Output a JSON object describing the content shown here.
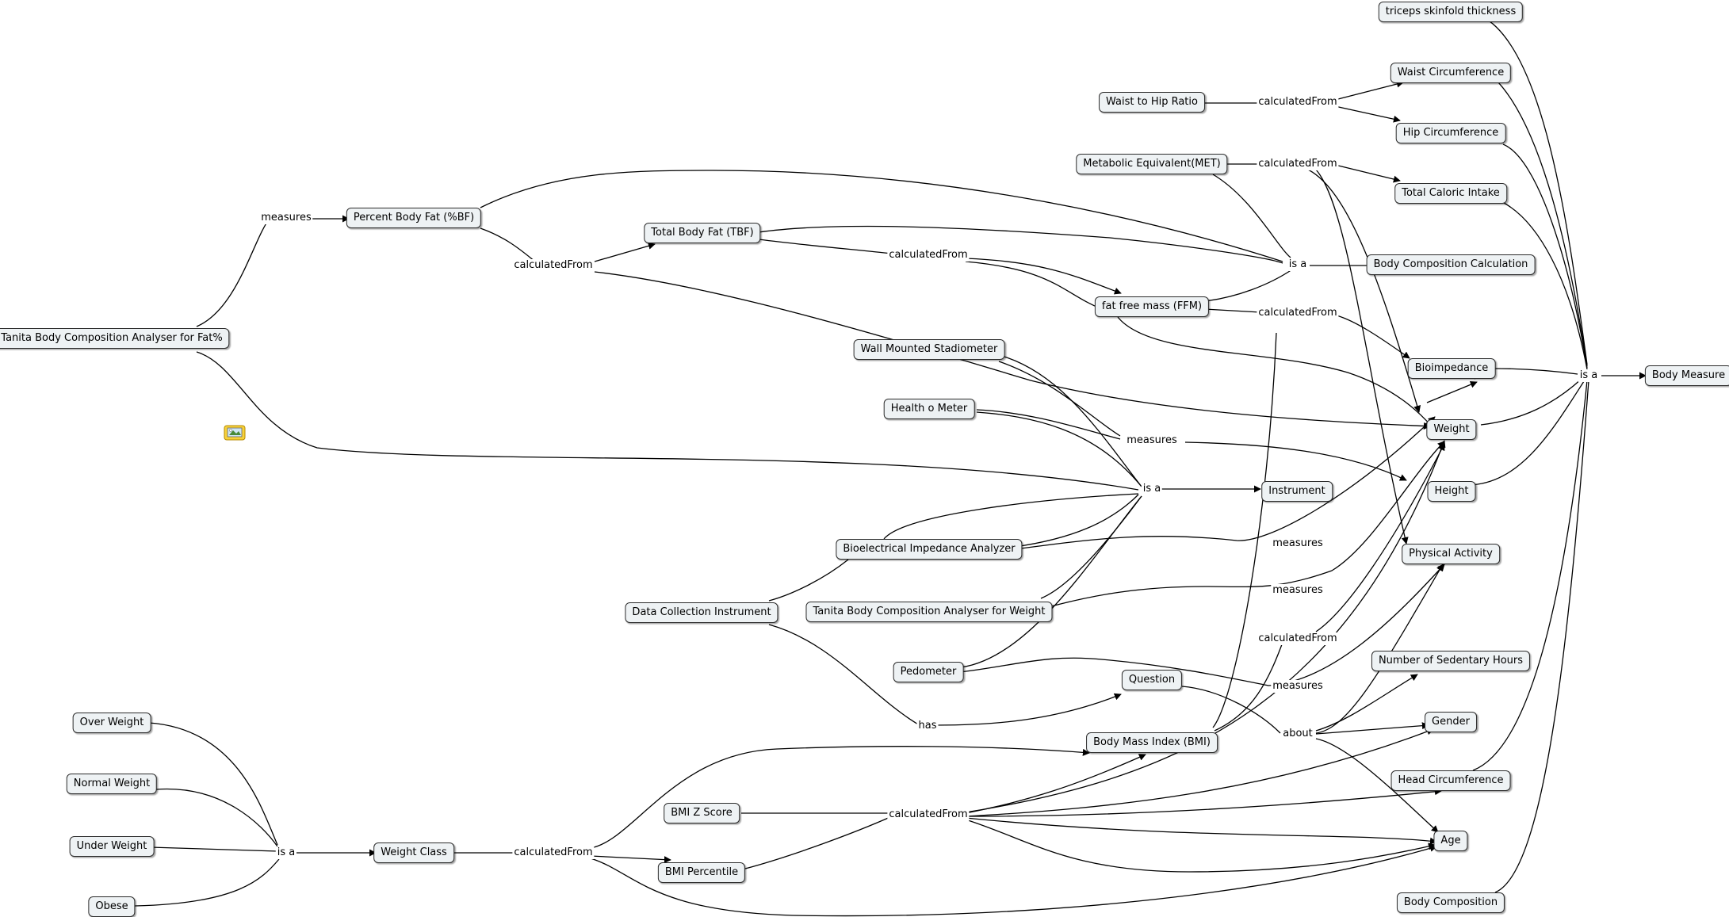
{
  "concepts": {
    "tanita_fat": "Tanita Body Composition Analyser for Fat%",
    "percent_body_fat": "Percent Body Fat (%BF)",
    "total_body_fat": "Total Body Fat (TBF)",
    "ffm": "fat free mass (FFM)",
    "met": "Metabolic Equivalent(MET)",
    "waist_hip": "Waist to Hip Ratio",
    "triceps": "triceps skinfold thickness",
    "waist_circ": "Waist Circumference",
    "hip_circ": "Hip Circumference",
    "caloric": "Total Caloric Intake",
    "body_comp_calc": "Body Composition Calculation",
    "bioimpedance": "Bioimpedance",
    "body_measure": "Body Measure",
    "weight": "Weight",
    "height": "Height",
    "instrument": "Instrument",
    "physical_activity": "Physical Activity",
    "sedentary": "Number of Sedentary Hours",
    "gender": "Gender",
    "head_circ": "Head Circumference",
    "age": "Age",
    "body_composition": "Body Composition",
    "wall_stadiometer": "Wall Mounted Stadiometer",
    "health_o_meter": "Health o Meter",
    "bia": "Bioelectrical Impedance Analyzer",
    "tanita_weight": "Tanita Body Composition Analyser for Weight",
    "data_collection": "Data Collection Instrument",
    "pedometer": "Pedometer",
    "question": "Question",
    "bmi": "Body Mass Index (BMI)",
    "bmi_z": "BMI Z Score",
    "bmi_percentile": "BMI Percentile",
    "weight_class": "Weight Class",
    "over_weight": "Over Weight",
    "normal_weight": "Normal Weight",
    "under_weight": "Under Weight",
    "obese": "Obese"
  },
  "linking_phrases": {
    "measures_top": "measures",
    "calc_pbf": "calculatedFrom",
    "calc_tbf": "calculatedFrom",
    "calc_waist": "calculatedFrom",
    "calc_met": "calculatedFrom",
    "isa_bodycomp": "is a",
    "calc_ffm": "calculatedFrom",
    "isa_measure": "is a",
    "measures_mid": "measures",
    "isa_instr": "is a",
    "measures_bia": "measures",
    "measures_tanita": "measures",
    "calc_bmi": "calculatedFrom",
    "measures_ped": "measures",
    "has": "has",
    "about": "about",
    "calc_bmiz": "calculatedFrom",
    "calc_wc": "calculatedFrom",
    "isa_wc": "is a"
  },
  "icon": "image-icon"
}
